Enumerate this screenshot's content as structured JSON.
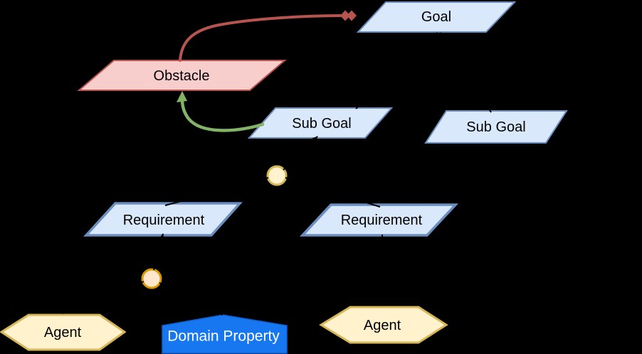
{
  "diagram": {
    "background": "#000000",
    "nodes": {
      "goal": {
        "label": "Goal",
        "shape": "parallelogram",
        "fill": "#dae8fc",
        "stroke": "#6c8ebf"
      },
      "obstacle": {
        "label": "Obstacle",
        "shape": "parallelogram",
        "fill": "#f8cecc",
        "stroke": "#b85450"
      },
      "sub_goal_1": {
        "label": "Sub Goal",
        "shape": "parallelogram",
        "fill": "#dae8fc",
        "stroke": "#6c8ebf"
      },
      "sub_goal_2": {
        "label": "Sub Goal",
        "shape": "parallelogram",
        "fill": "#dae8fc",
        "stroke": "#6c8ebf"
      },
      "requirement_1": {
        "label": "Requirement",
        "shape": "parallelogram",
        "fill": "#dae8fc",
        "stroke": "#6c8ebf"
      },
      "requirement_2": {
        "label": "Requirement",
        "shape": "parallelogram",
        "fill": "#dae8fc",
        "stroke": "#6c8ebf"
      },
      "refinement_circle_1": {
        "shape": "circle",
        "fill": "#fff2cc",
        "stroke": "#d6b656"
      },
      "refinement_circle_2": {
        "shape": "circle",
        "fill": "#ffe6cc",
        "stroke": "#d79b00"
      },
      "agent_1": {
        "label": "Agent",
        "shape": "hexagon",
        "fill": "#fff2cc",
        "stroke": "#d6b656"
      },
      "agent_2": {
        "label": "Agent",
        "shape": "hexagon",
        "fill": "#fff2cc",
        "stroke": "#d6b656"
      },
      "domain_property": {
        "label": "Domain Property",
        "shape": "pentagon",
        "fill": "#1777f0",
        "stroke": "#0d5fd0"
      }
    },
    "edges": [
      {
        "from": "obstacle",
        "to": "goal",
        "color": "#b85450",
        "style": "curved-double-diamond"
      },
      {
        "from": "sub_goal_1",
        "to": "obstacle",
        "color": "#82b366",
        "style": "curved-arrow"
      },
      {
        "from": "sub_goal_1",
        "to": "goal",
        "color": "#000000",
        "style": "arrow"
      },
      {
        "from": "sub_goal_2",
        "to": "goal",
        "color": "#000000",
        "style": "arrow"
      },
      {
        "from": "refinement_circle_1",
        "to": "sub_goal_1",
        "color": "#000000",
        "style": "arrow"
      },
      {
        "from": "requirement_1",
        "to": "refinement_circle_1",
        "color": "#000000",
        "style": "line"
      },
      {
        "from": "requirement_2",
        "to": "refinement_circle_1",
        "color": "#000000",
        "style": "line"
      },
      {
        "from": "refinement_circle_2",
        "to": "requirement_1",
        "color": "#000000",
        "style": "arrow"
      },
      {
        "from": "agent_1",
        "to": "refinement_circle_2",
        "color": "#000000",
        "style": "line"
      },
      {
        "from": "domain_property",
        "to": "refinement_circle_2",
        "color": "#000000",
        "style": "line"
      },
      {
        "from": "requirement_2",
        "to": "agent_2",
        "color": "#000000",
        "style": "arrow"
      }
    ]
  },
  "colors": {
    "background": "#000000",
    "connector": "#000000",
    "obstruction_arrow": "#b85450",
    "resolution_arrow": "#82b366",
    "domain_text": "#ffffff"
  }
}
